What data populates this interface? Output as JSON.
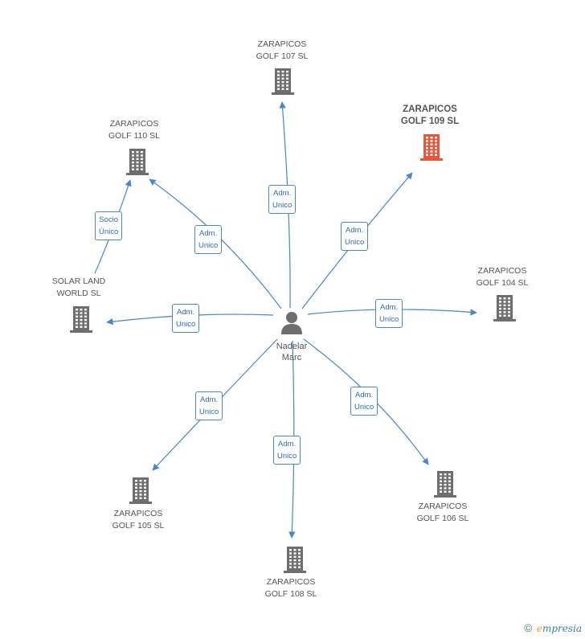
{
  "center": {
    "label_line1": "Nadelar",
    "label_line2": "Marc",
    "icon": "person-icon"
  },
  "nodes": [
    {
      "id": "zarapicos-107",
      "line1": "ZARAPICOS",
      "line2": "GOLF 107 SL",
      "highlight": false
    },
    {
      "id": "zarapicos-109",
      "line1": "ZARAPICOS",
      "line2": "GOLF 109 SL",
      "highlight": true
    },
    {
      "id": "zarapicos-110",
      "line1": "ZARAPICOS",
      "line2": "GOLF 110 SL",
      "highlight": false
    },
    {
      "id": "solar-land",
      "line1": "SOLAR LAND",
      "line2": "WORLD SL",
      "highlight": false
    },
    {
      "id": "zarapicos-104",
      "line1": "ZARAPICOS",
      "line2": "GOLF 104 SL",
      "highlight": false
    },
    {
      "id": "zarapicos-105",
      "line1": "ZARAPICOS",
      "line2": "GOLF 105 SL",
      "highlight": false
    },
    {
      "id": "zarapicos-106",
      "line1": "ZARAPICOS",
      "line2": "GOLF 106 SL",
      "highlight": false
    },
    {
      "id": "zarapicos-108",
      "line1": "ZARAPICOS",
      "line2": "GOLF 108 SL",
      "highlight": false
    }
  ],
  "edges": [
    {
      "from": "center",
      "to": "zarapicos-107",
      "line1": "Adm.",
      "line2": "Unico"
    },
    {
      "from": "center",
      "to": "zarapicos-109",
      "line1": "Adm.",
      "line2": "Unico"
    },
    {
      "from": "center",
      "to": "zarapicos-110",
      "line1": "Adm.",
      "line2": "Unico"
    },
    {
      "from": "solar-land",
      "to": "zarapicos-110",
      "line1": "Socio",
      "line2": "Único"
    },
    {
      "from": "center",
      "to": "solar-land",
      "line1": "Adm.",
      "line2": "Unico"
    },
    {
      "from": "center",
      "to": "zarapicos-104",
      "line1": "Adm.",
      "line2": "Unico"
    },
    {
      "from": "center",
      "to": "zarapicos-105",
      "line1": "Adm.",
      "line2": "Unico"
    },
    {
      "from": "center",
      "to": "zarapicos-106",
      "line1": "Adm.",
      "line2": "Unico"
    },
    {
      "from": "center",
      "to": "zarapicos-108",
      "line1": "Adm.",
      "line2": "Unico"
    }
  ],
  "colors": {
    "edge": "#4a86c8",
    "building": "#6e6e6e",
    "building_highlight": "#e8573a",
    "person": "#6e6e6e"
  },
  "footer": {
    "copyright": "©",
    "brand_first": "e",
    "brand_rest": "mpresia"
  }
}
